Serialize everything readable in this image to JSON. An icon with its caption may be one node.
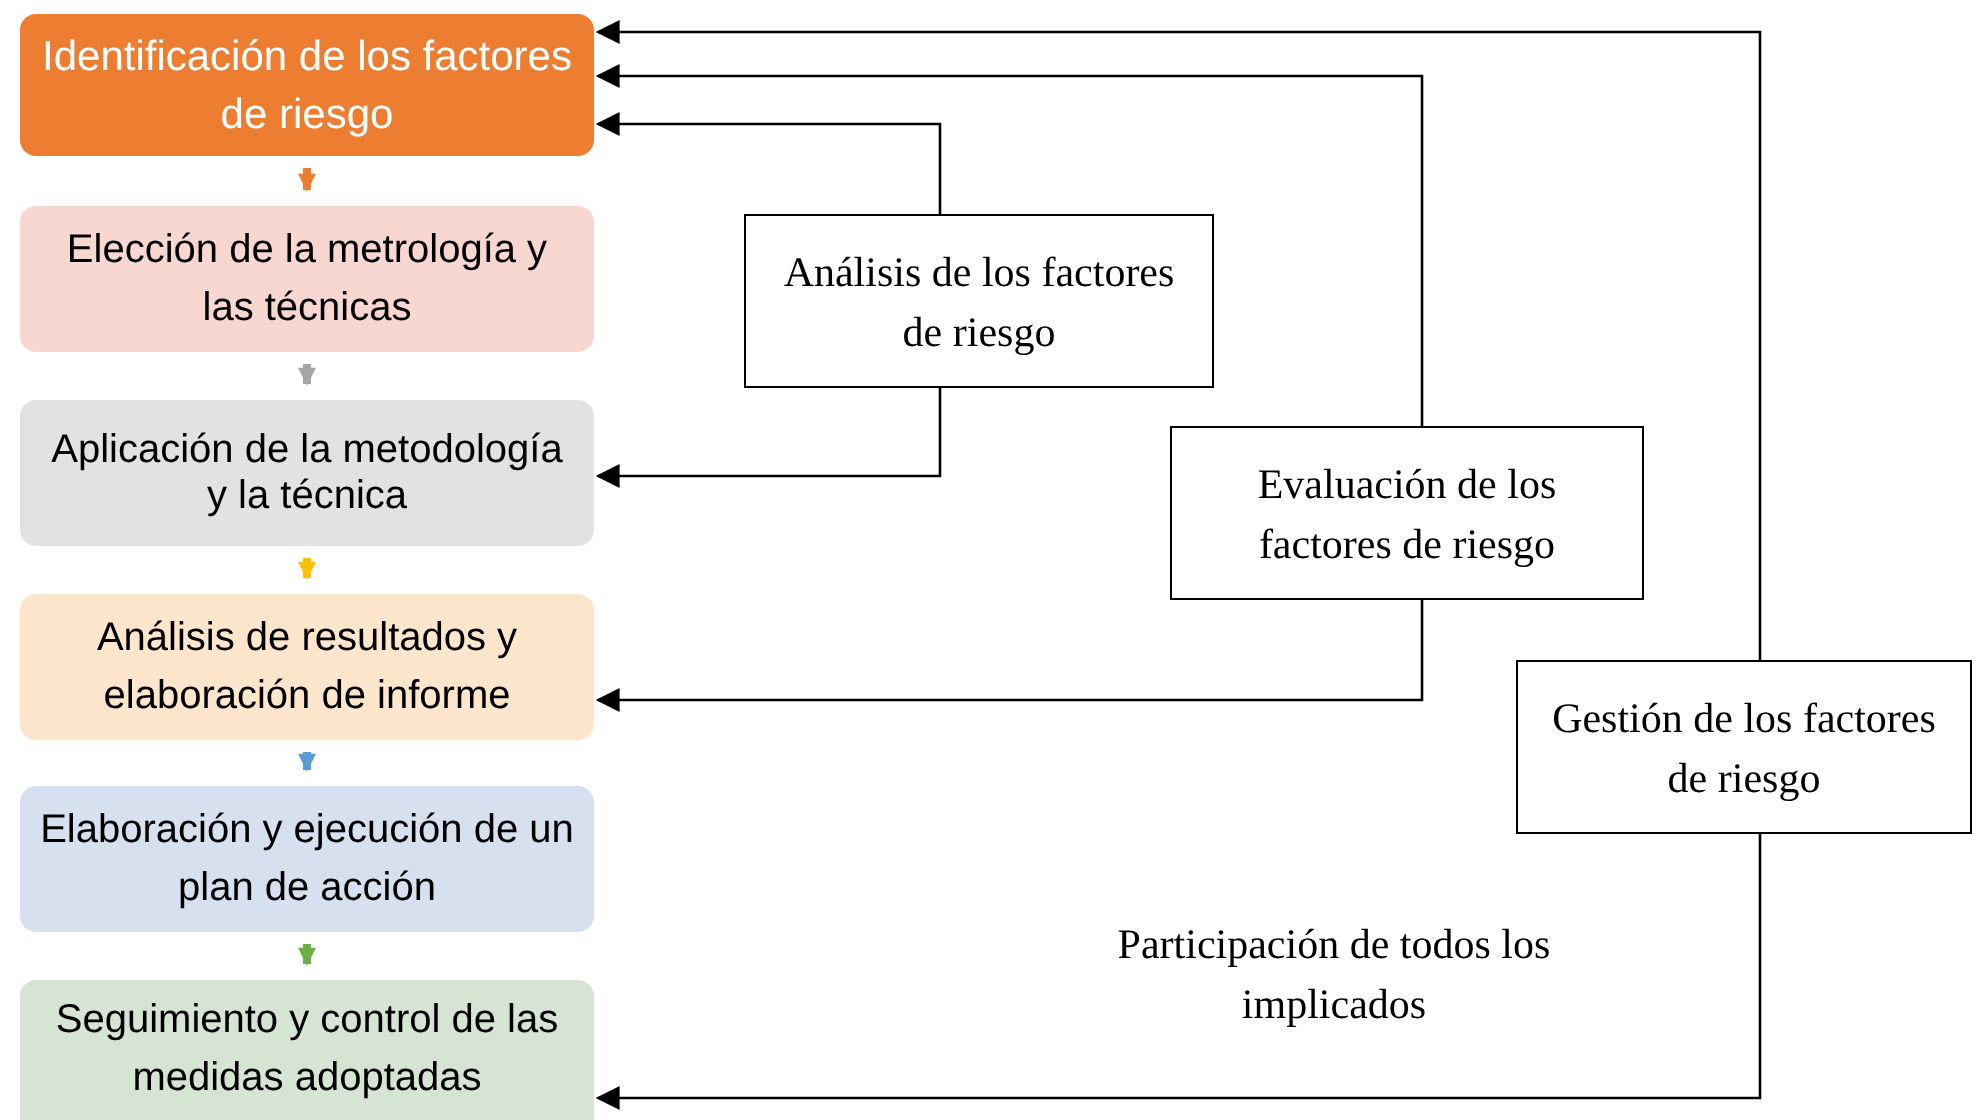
{
  "diagram": {
    "nodes": [
      {
        "text": [
          "Identificación de los factores de riesgo"
        ]
      },
      {
        "text": [
          "Elección de la metrología y las técnicas"
        ]
      },
      {
        "text": [
          "Aplicación de la metodología y la técnica"
        ]
      },
      {
        "text": [
          "Análisis de resultados y elaboración de informe"
        ]
      },
      {
        "text": [
          "Elaboración y ejecución de un plan de acción"
        ]
      },
      {
        "text": [
          "Seguimiento y control de las medidas adoptadas"
        ]
      },
      {
        "text": [
          "Análisis de los factores de riesgo"
        ]
      },
      {
        "text": [
          "Evaluación de los factores de riesgo"
        ]
      },
      {
        "text": [
          "Gestión de los factores de riesgo"
        ]
      }
    ],
    "edges": [
      {
        "from": 0,
        "to": 1,
        "arrow": "to",
        "style": "thick",
        "color": "#ed7d31"
      },
      {
        "from": 1,
        "to": 2,
        "arrow": "to",
        "style": "thick",
        "color": "#a5a5a5"
      },
      {
        "from": 2,
        "to": 3,
        "arrow": "to",
        "style": "thick",
        "color": "#ffc000"
      },
      {
        "from": 3,
        "to": 4,
        "arrow": "to",
        "style": "thick",
        "color": "#5b9bd5"
      },
      {
        "from": 4,
        "to": 5,
        "arrow": "to",
        "style": "thick",
        "color": "#70ad47"
      },
      {
        "from": 6,
        "to": 0,
        "arrow": "to"
      },
      {
        "from": 6,
        "to": 2,
        "arrow": "to"
      },
      {
        "from": 7,
        "to": 0,
        "arrow": "to"
      },
      {
        "from": 7,
        "to": 3,
        "arrow": "to"
      },
      {
        "from": 8,
        "to": 0,
        "arrow": "to"
      },
      {
        "from": 8,
        "to": 5,
        "arrow": "to"
      }
    ],
    "labels": [
      "Participación de todos los implicados"
    ]
  }
}
